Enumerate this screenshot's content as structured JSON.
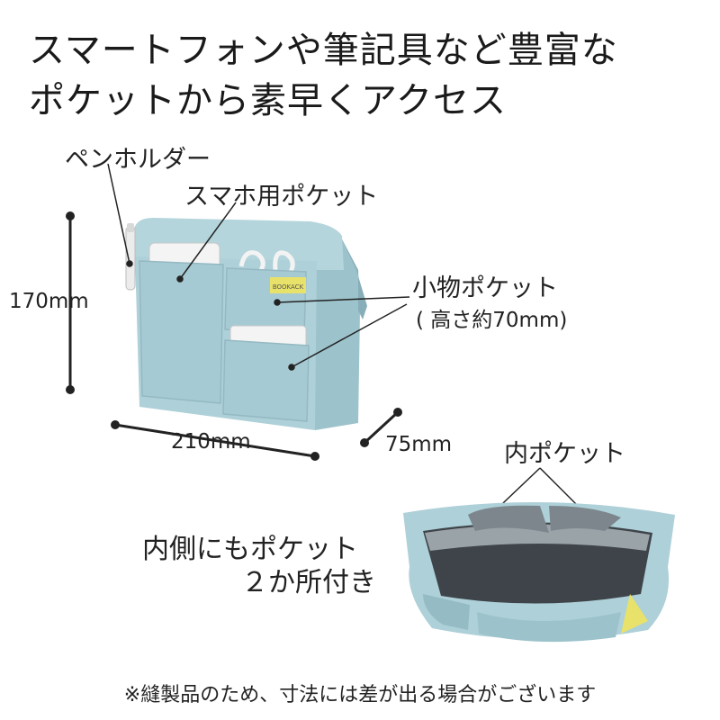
{
  "headline": {
    "line1": "スマートフォンや筆記具など豊富な",
    "line2": "ポケットから素早くアクセス"
  },
  "callouts": {
    "pen_holder": "ペンホルダー",
    "phone_pocket": "スマホ用ポケット",
    "small_pocket": "小物ポケット",
    "small_pocket_height": "( 高さ約70mm)",
    "inner_pocket": "内ポケット"
  },
  "dimensions": {
    "height": "170mm",
    "width": "210mm",
    "depth": "75mm"
  },
  "inside_note": {
    "line1": "内側にもポケット",
    "line2": "２か所付き"
  },
  "bag_tag": "BOOKACK",
  "footnote": "※縫製品のため、寸法には差が出る場合がございます",
  "colors": {
    "bag_body": "#aed0d8",
    "bag_shadow": "#8fb5bf",
    "bag_interior": "#3e4449",
    "tag": "#e8e26a"
  }
}
